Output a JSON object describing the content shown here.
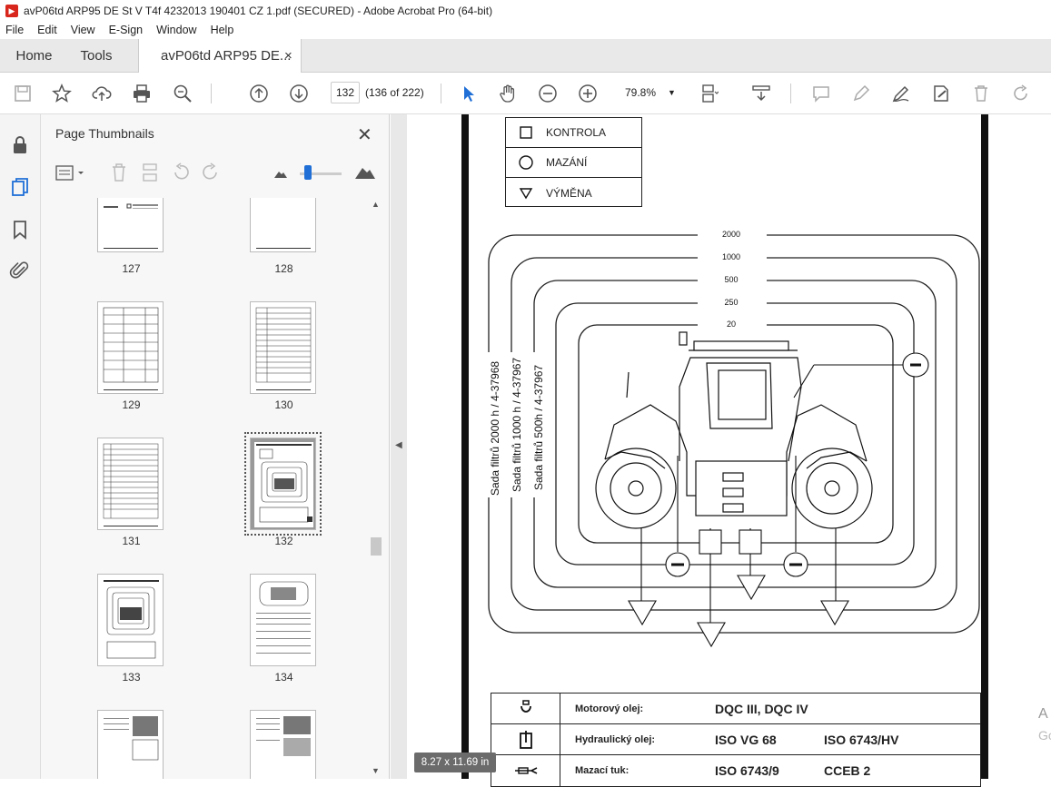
{
  "window": {
    "title": "avP06td ARP95 DE St V T4f 4232013 190401 CZ 1.pdf (SECURED) - Adobe Acrobat Pro (64-bit)"
  },
  "menu": [
    "File",
    "Edit",
    "View",
    "E-Sign",
    "Window",
    "Help"
  ],
  "tabs": {
    "home": "Home",
    "tools": "Tools",
    "doc": "avP06td ARP95 DE...",
    "close": "×"
  },
  "toolbar": {
    "page_current": "132",
    "page_of": "(136 of 222)",
    "zoom": "79.8%"
  },
  "panel": {
    "title": "Page Thumbnails",
    "close": "✕"
  },
  "thumbnails": [
    {
      "label": "127",
      "selected": false
    },
    {
      "label": "128",
      "selected": false
    },
    {
      "label": "129",
      "selected": false
    },
    {
      "label": "130",
      "selected": false
    },
    {
      "label": "131",
      "selected": false
    },
    {
      "label": "132",
      "selected": true
    },
    {
      "label": "133",
      "selected": false
    },
    {
      "label": "134",
      "selected": false
    },
    {
      "label": "",
      "selected": false
    },
    {
      "label": "",
      "selected": false
    }
  ],
  "document": {
    "legend": [
      {
        "symbol": "square",
        "label": "KONTROLA"
      },
      {
        "symbol": "circle",
        "label": "MAZÁNÍ"
      },
      {
        "symbol": "triangle",
        "label": "VÝMĚNA"
      }
    ],
    "intervals": [
      "2000",
      "1000",
      "500",
      "250",
      "20"
    ],
    "filter_kits": [
      "Sada filtrů 2000 h / 4-37968",
      "Sada filtrů 1000 h / 4-37967",
      "Sada filtrů 500h / 4-37967"
    ],
    "lubricants": [
      {
        "icon": "engine-oil-icon",
        "name": "Motorový olej:",
        "spec1": "DQC III, DQC IV",
        "spec2": ""
      },
      {
        "icon": "hydraulic-oil-icon",
        "name": "Hydraulický olej:",
        "spec1": "ISO VG 68",
        "spec2": "ISO 6743/HV"
      },
      {
        "icon": "grease-icon",
        "name": "Mazací tuk:",
        "spec1": "ISO 6743/9",
        "spec2": "CCEB 2"
      }
    ]
  },
  "page_size": "8.27 x 11.69 in",
  "edge_text": {
    "a": "A",
    "b": "Go"
  }
}
